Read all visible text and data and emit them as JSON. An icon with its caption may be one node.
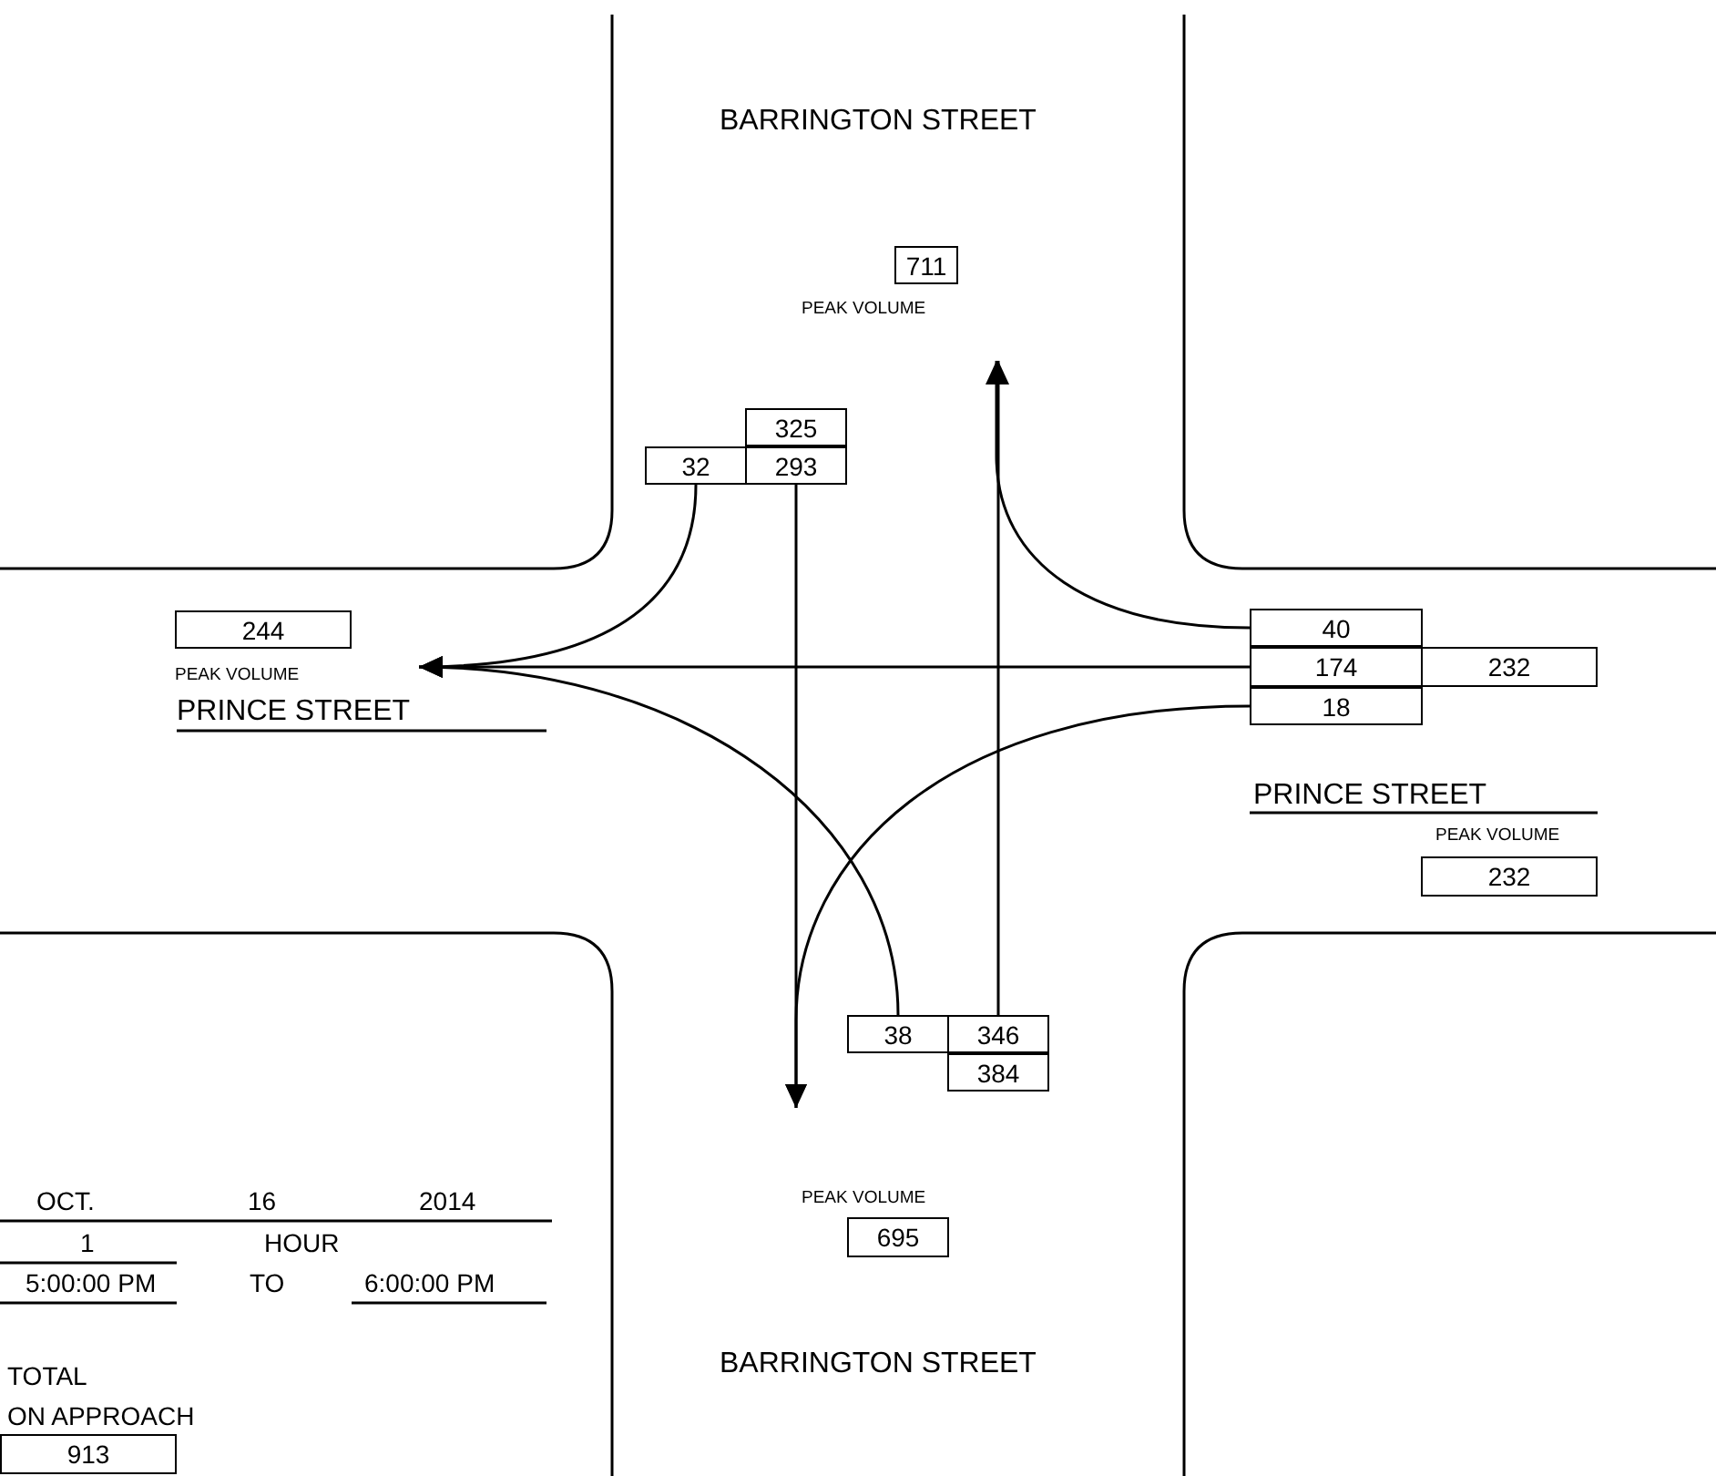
{
  "diagram": {
    "nodes": [
      {
        "text": [
          "711"
        ],
        "beside": [
          "PEAK VOLUME"
        ]
      },
      {
        "text": [
          "325"
        ]
      },
      {
        "text": [
          "32"
        ]
      },
      {
        "text": [
          "293"
        ]
      },
      {
        "text": [
          "244"
        ],
        "beside": [
          "PEAK VOLUME"
        ]
      },
      {
        "text": [
          "40"
        ]
      },
      {
        "text": [
          "174"
        ]
      },
      {
        "text": [
          "232"
        ]
      },
      {
        "text": [
          "18"
        ]
      },
      {
        "text": [
          "232"
        ],
        "beside": [
          "PEAK VOLUME"
        ]
      },
      {
        "text": [
          "38"
        ]
      },
      {
        "text": [
          "346"
        ]
      },
      {
        "text": [
          "384"
        ]
      },
      {
        "text": [
          "695"
        ],
        "beside": [
          "PEAK VOLUME"
        ]
      },
      {
        "text": [
          "913"
        ]
      }
    ],
    "edges": [
      {
        "from": 2,
        "to": null,
        "arrow": "to"
      },
      {
        "from": 3,
        "to": null,
        "arrow": "to"
      },
      {
        "from": 5,
        "to": null,
        "arrow": "to"
      },
      {
        "from": 6,
        "to": null,
        "arrow": "to"
      },
      {
        "from": 8,
        "to": null,
        "arrow": "to"
      },
      {
        "from": 10,
        "to": null,
        "arrow": "to"
      },
      {
        "from": 11,
        "to": null,
        "arrow": "to"
      }
    ],
    "labels": [
      "BARRINGTON STREET",
      "PRINCE STREET",
      "PRINCE STREET",
      "OCT.",
      "16",
      "2014",
      "1",
      "HOUR",
      "5:00:00 PM",
      "TO",
      "6:00:00 PM",
      "TOTAL",
      "ON APPROACH",
      "BARRINGTON STREET"
    ]
  }
}
